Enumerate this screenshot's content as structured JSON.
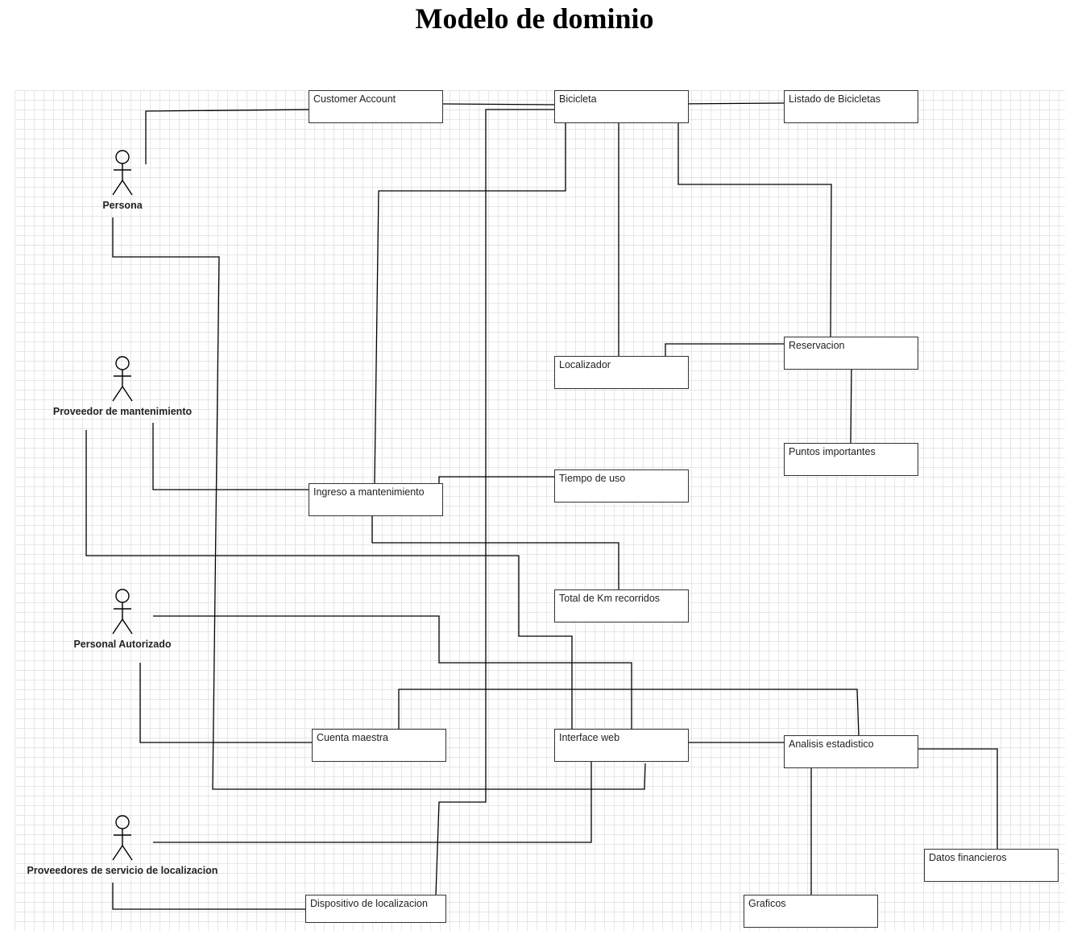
{
  "title": "Modelo de dominio",
  "actors": {
    "persona": "Persona",
    "proveedor_mantenimiento": "Proveedor de mantenimiento",
    "personal_autorizado": "Personal Autorizado",
    "proveedores_localizacion": "Proveedores de servicio de localizacion"
  },
  "entities": {
    "customer_account": "Customer Account",
    "bicicleta": "Bicicleta",
    "listado_bicicletas": "Listado de Bicicletas",
    "localizador": "Localizador",
    "reservacion": "Reservacion",
    "puntos_importantes": "Puntos importantes",
    "tiempo_uso": "Tiempo de uso",
    "ingreso_mantenimiento": "Ingreso a mantenimiento",
    "total_km": "Total de Km recorridos",
    "cuenta_maestra": "Cuenta maestra",
    "interface_web": "Interface web",
    "analisis_estadistico": "Analisis estadistico",
    "datos_financieros": "Datos financieros",
    "dispositivo_localizacion": "Dispositivo de localizacion",
    "graficos": "Graficos"
  },
  "colors": {
    "line": "#000000",
    "box_border": "#333333",
    "grid": "#e6e6e6"
  }
}
